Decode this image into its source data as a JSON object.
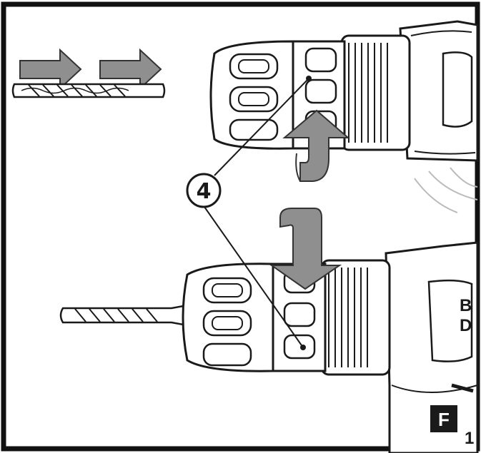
{
  "figure": {
    "callout_number": "4",
    "figure_letter": "F",
    "brand_fragment_top": "B",
    "brand_fragment_bottom": "D",
    "trigger_fragment": "1",
    "colors": {
      "frame": "#111111",
      "line": "#1a1a1a",
      "arrow_fill": "#8f8f8f",
      "arrow_stroke": "#333333",
      "badge_bg": "#1a1a1a",
      "badge_text": "#ffffff"
    },
    "icons": [
      "insert-direction-arrow-icon",
      "rotation-arrow-icon"
    ]
  }
}
